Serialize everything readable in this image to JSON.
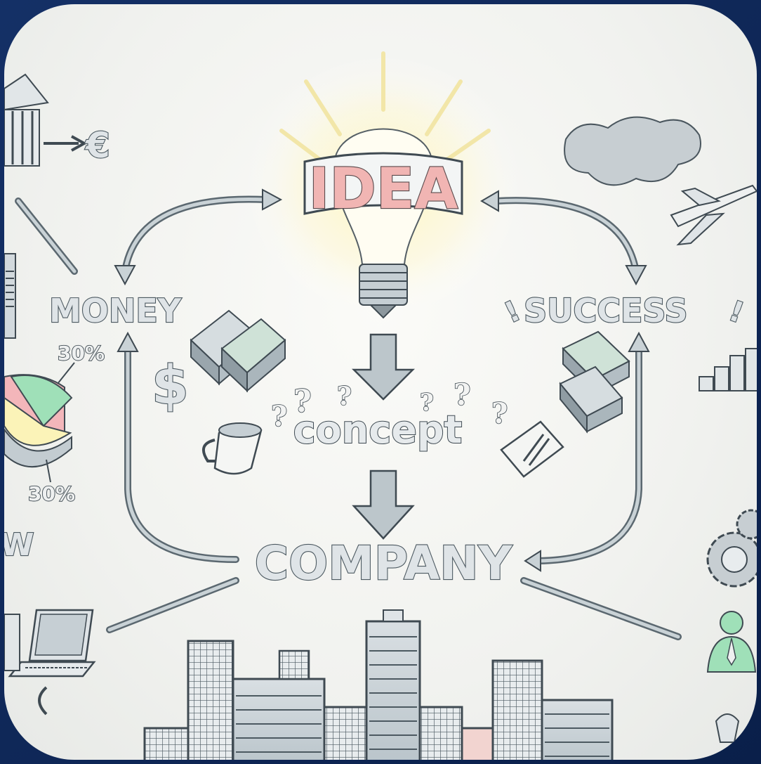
{
  "diagram": {
    "nodes": {
      "idea": "IDEA",
      "money": "MONEY",
      "success": "SUCCESS",
      "concept": "concept",
      "company": "COMPANY"
    },
    "pie_labels": [
      "30%",
      "30%"
    ],
    "side_marks": {
      "euro": "€",
      "dollar": "$",
      "exclaim_left": "!",
      "exclaim_right": "!",
      "partial_word": "W"
    },
    "question_marks": [
      "?",
      "?",
      "?",
      "?",
      "?",
      "?"
    ],
    "colors": {
      "background_frame": "#0c2556",
      "card": "#f4f5f2",
      "ink": "#3f4a52",
      "idea_fill": "#f1b5b3",
      "bulb_glow": "#fff3b0",
      "pie_green": "#9fe0b8",
      "pie_yellow": "#fbf3b8",
      "pie_red": "#f3b6ba"
    }
  }
}
